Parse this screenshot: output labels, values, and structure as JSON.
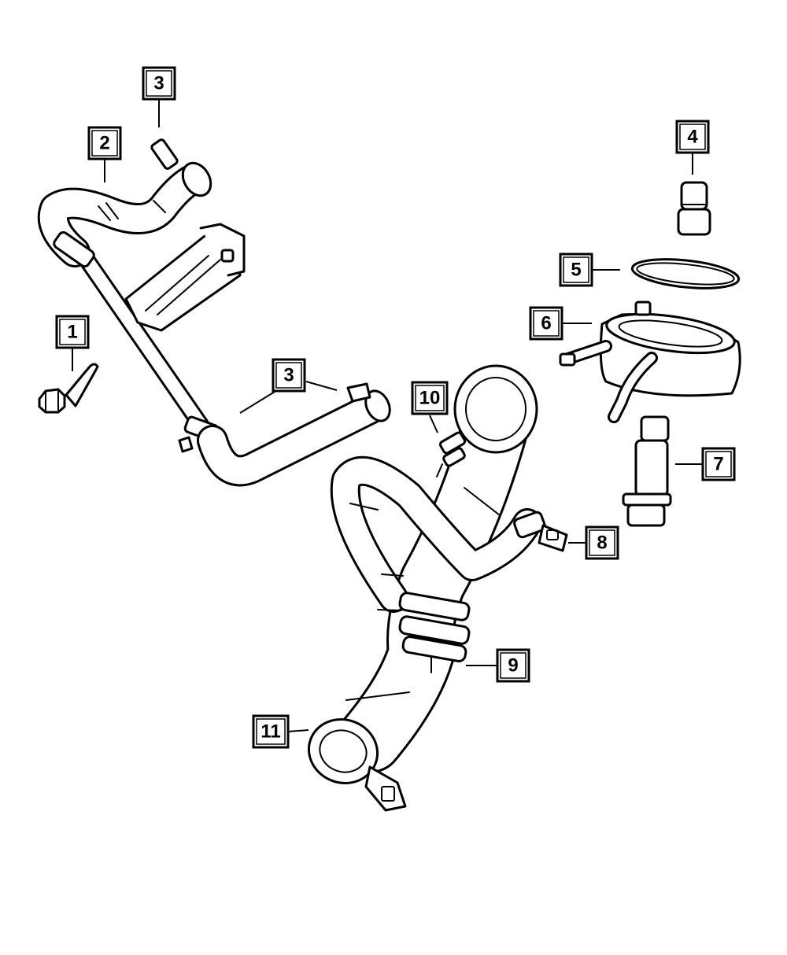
{
  "callouts": {
    "c1": "1",
    "c2": "2",
    "c3a": "3",
    "c3b": "3",
    "c4": "4",
    "c5": "5",
    "c6": "6",
    "c7": "7",
    "c8": "8",
    "c9": "9",
    "c10": "10",
    "c11": "11"
  },
  "colors": {
    "line": "#000000",
    "background": "#ffffff"
  }
}
